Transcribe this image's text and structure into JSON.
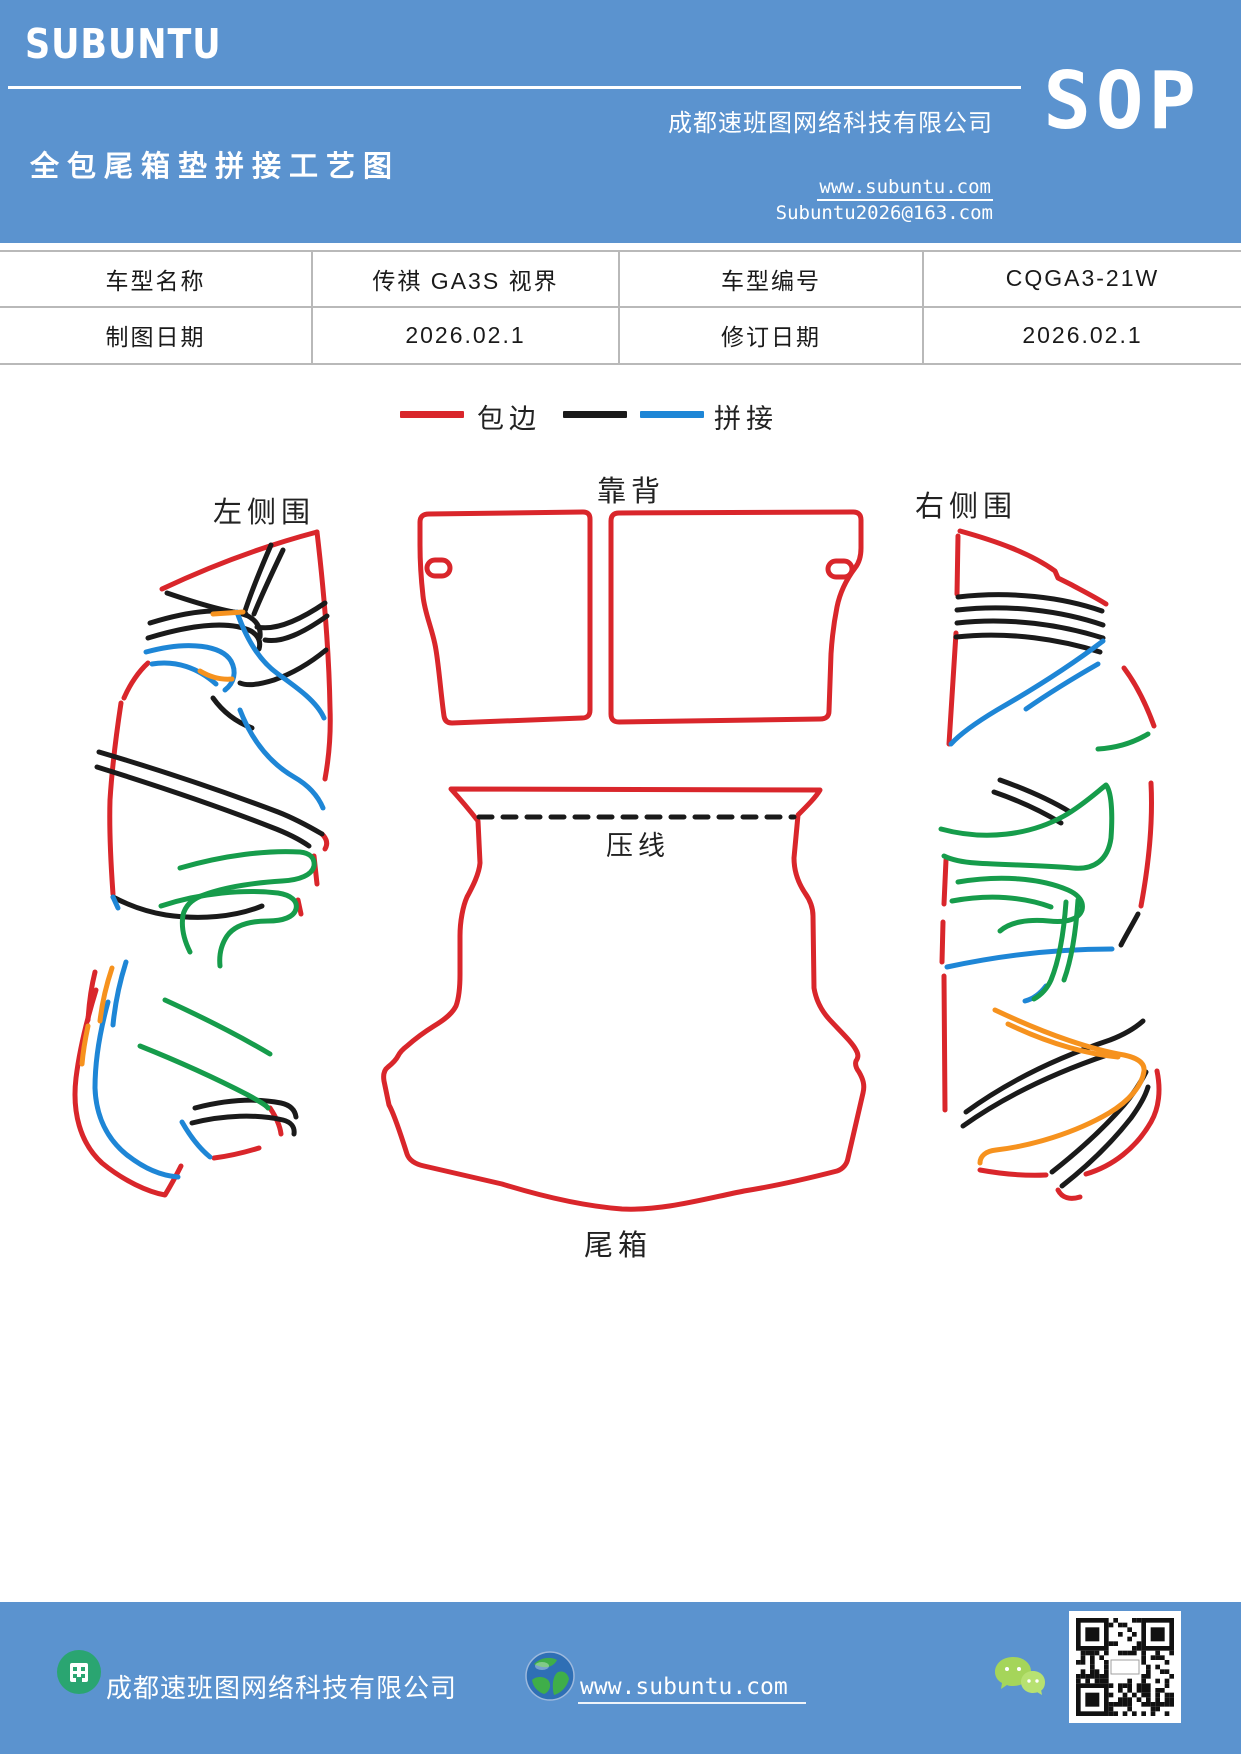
{
  "palette": {
    "header_blue": "#5b93cf",
    "edge_red": "#d9262b",
    "splice_black": "#1a1a1a",
    "splice_blue": "#1e86d6",
    "splice_green": "#169c4b",
    "splice_orange": "#f6921e",
    "table_border": "#b9b9b9"
  },
  "header": {
    "logo": "SUBUNTU",
    "company": "成都速班图网络科技有限公司",
    "title": "全包尾箱垫拼接工艺图",
    "website": "www.subuntu.com",
    "email": "Subuntu2026@163.com",
    "badge": "SOP"
  },
  "info_table": {
    "rows": [
      [
        "车型名称",
        "传祺 GA3S 视界",
        "车型编号",
        "CQGA3-21W"
      ],
      [
        "制图日期",
        "2026.02.1",
        "修订日期",
        "2026.02.1"
      ]
    ]
  },
  "legend": {
    "binding_label": "包边",
    "splice_label": "拼接"
  },
  "diagram": {
    "labels": {
      "left_side": "左侧围",
      "backrest": "靠背",
      "right_side": "右侧围",
      "press_line": "压线",
      "trunk": "尾箱"
    }
  },
  "footer": {
    "company": "成都速班图网络科技有限公司",
    "website": "www.subuntu.com"
  }
}
